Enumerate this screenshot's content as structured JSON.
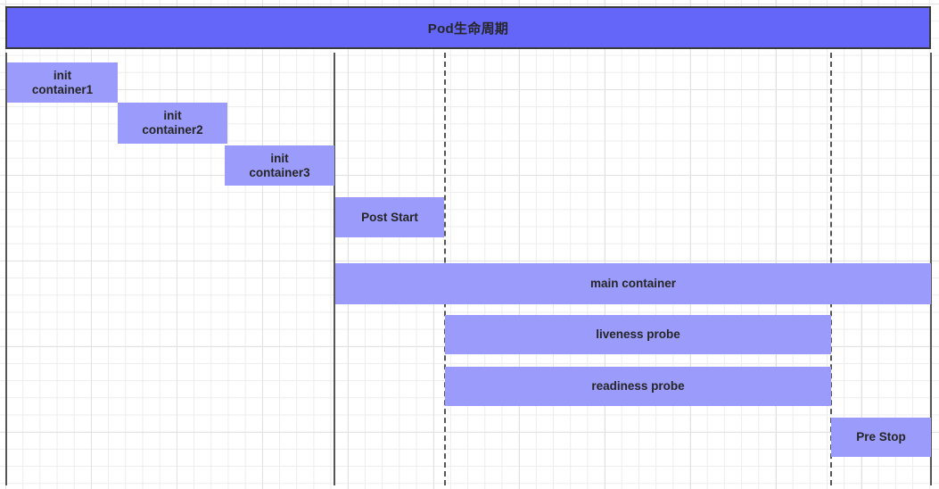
{
  "diagram": {
    "title": "Pod生命周期",
    "colors": {
      "title_bar": "#6366F8",
      "bar": "#9A9BFA",
      "grid": "#EDEDED",
      "rule": "#555555",
      "text": "#262626"
    },
    "phases": [
      {
        "id": "init-container-1",
        "label": "init\ncontainer1",
        "line1": "init",
        "line2": "container1"
      },
      {
        "id": "init-container-2",
        "label": "init\ncontainer2",
        "line1": "init",
        "line2": "container2"
      },
      {
        "id": "init-container-3",
        "label": "init\ncontainer3",
        "line1": "init",
        "line2": "container3"
      },
      {
        "id": "post-start",
        "label": "Post Start",
        "line1": "Post Start",
        "line2": ""
      },
      {
        "id": "main-container",
        "label": "main container",
        "line1": "main container",
        "line2": ""
      },
      {
        "id": "liveness-probe",
        "label": "liveness probe",
        "line1": "liveness probe",
        "line2": ""
      },
      {
        "id": "readiness-probe",
        "label": "readiness probe",
        "line1": "readiness probe",
        "line2": ""
      },
      {
        "id": "pre-stop",
        "label": "Pre Stop",
        "line1": "Pre Stop",
        "line2": ""
      }
    ],
    "markers": [
      {
        "id": "pod-start-rule",
        "type": "solid"
      },
      {
        "id": "container-ready-rule",
        "type": "dashed"
      },
      {
        "id": "termination-rule",
        "type": "dashed"
      },
      {
        "id": "left-boundary-rule",
        "type": "solid"
      },
      {
        "id": "right-boundary-rule",
        "type": "solid"
      }
    ]
  }
}
